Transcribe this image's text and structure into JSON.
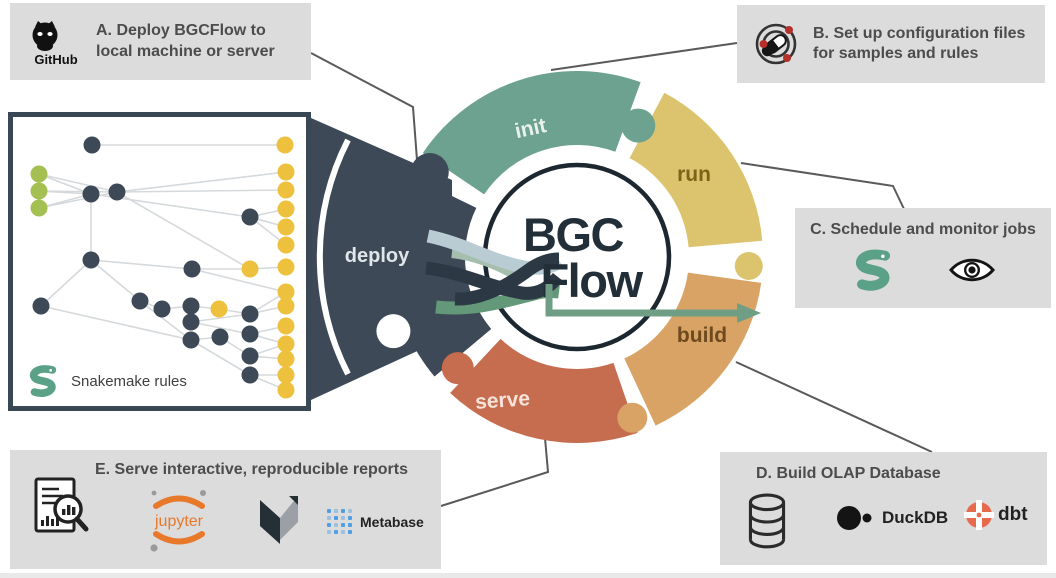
{
  "colors": {
    "box_bg": "#dcdcdc",
    "box_text": "#4c4c4c",
    "connector": "#5a5a5a",
    "deploy_dark": "#3D4956",
    "snakemake_green": "#5BA188",
    "dbt_orange": "#E66B4D",
    "metabase_blue": "#509EE3",
    "jupyter_orange": "#E8782A",
    "dag_yellow": "#EDC13E",
    "dag_green": "#A4C052",
    "dag_dark": "#3D4956",
    "dag_edge": "#D5D9DC",
    "arrow_green": "#6F9E85"
  },
  "callouts": {
    "a": {
      "label": "A. Deploy BGCFlow to local machine or server",
      "icon": "github-octocat",
      "icon_caption": "GitHub"
    },
    "b": {
      "label": "B. Set up configuration files for samples and rules",
      "icon": "config-orbit"
    },
    "c": {
      "label": "C. Schedule and monitor jobs",
      "icons": [
        "snakemake-logo",
        "panoptes-eye"
      ]
    },
    "d": {
      "label": "D. Build OLAP Database",
      "icon": "database-cylinder",
      "duckdb_text": "DuckDB",
      "dbt_text": "dbt"
    },
    "e": {
      "label": "E. Serve interactive, reproducible reports",
      "icons": [
        "report-magnifier",
        "jupyter-logo",
        "mkdocs-material-logo",
        "metabase-logo"
      ],
      "jupyter_text": "jupyter",
      "metabase_text": "Metabase"
    }
  },
  "ring": {
    "segments": [
      {
        "id": "init",
        "label": "init",
        "color": "#6CA28F",
        "label_color": "#E9F1ED"
      },
      {
        "id": "run",
        "label": "run",
        "color": "#DCC46F",
        "label_color": "#7D6318"
      },
      {
        "id": "build",
        "label": "build",
        "color": "#D9A365",
        "label_color": "#6E4A1E"
      },
      {
        "id": "serve",
        "label": "serve",
        "color": "#C66C4F",
        "label_color": "#F6E3D8"
      },
      {
        "id": "deploy",
        "label": "deploy",
        "color": "#3D4956",
        "label_color": "#DFE6EA"
      }
    ]
  },
  "logo": {
    "line1": "BGC",
    "line2": "Flow"
  },
  "dag": {
    "caption": "Snakemake rules",
    "nodes": [
      [
        79,
        28,
        "d"
      ],
      [
        272,
        28,
        "y"
      ],
      [
        26,
        57,
        "g"
      ],
      [
        26,
        74,
        "g"
      ],
      [
        26,
        91,
        "g"
      ],
      [
        78,
        77,
        "d"
      ],
      [
        104,
        75,
        "d"
      ],
      [
        273,
        55,
        "y"
      ],
      [
        273,
        73,
        "y"
      ],
      [
        237,
        100,
        "d"
      ],
      [
        273,
        92,
        "y"
      ],
      [
        273,
        110,
        "y"
      ],
      [
        273,
        128,
        "y"
      ],
      [
        78,
        143,
        "d"
      ],
      [
        179,
        152,
        "d"
      ],
      [
        237,
        152,
        "y"
      ],
      [
        273,
        150,
        "y"
      ],
      [
        28,
        189,
        "d"
      ],
      [
        127,
        184,
        "d"
      ],
      [
        149,
        192,
        "d"
      ],
      [
        178,
        189,
        "d"
      ],
      [
        206,
        192,
        "y"
      ],
      [
        178,
        205,
        "d"
      ],
      [
        237,
        197,
        "d"
      ],
      [
        273,
        175,
        "y"
      ],
      [
        273,
        189,
        "y"
      ],
      [
        237,
        217,
        "d"
      ],
      [
        273,
        209,
        "y"
      ],
      [
        178,
        223,
        "d"
      ],
      [
        207,
        220,
        "d"
      ],
      [
        237,
        239,
        "d"
      ],
      [
        273,
        227,
        "y"
      ],
      [
        273,
        242,
        "y"
      ],
      [
        237,
        258,
        "d"
      ],
      [
        273,
        258,
        "y"
      ],
      [
        273,
        273,
        "y"
      ]
    ],
    "edges": [
      [
        0,
        1
      ],
      [
        2,
        5
      ],
      [
        3,
        5
      ],
      [
        4,
        5
      ],
      [
        2,
        6
      ],
      [
        3,
        6
      ],
      [
        4,
        6
      ],
      [
        6,
        7
      ],
      [
        6,
        8
      ],
      [
        5,
        9
      ],
      [
        9,
        10
      ],
      [
        9,
        11
      ],
      [
        9,
        12
      ],
      [
        5,
        13
      ],
      [
        13,
        14
      ],
      [
        14,
        15
      ],
      [
        15,
        16
      ],
      [
        14,
        24
      ],
      [
        13,
        17
      ],
      [
        17,
        28
      ],
      [
        18,
        19
      ],
      [
        19,
        20
      ],
      [
        20,
        21
      ],
      [
        20,
        22
      ],
      [
        21,
        23
      ],
      [
        22,
        23
      ],
      [
        23,
        24
      ],
      [
        23,
        25
      ],
      [
        22,
        26
      ],
      [
        26,
        27
      ],
      [
        26,
        31
      ],
      [
        28,
        29
      ],
      [
        29,
        30
      ],
      [
        30,
        31
      ],
      [
        30,
        32
      ],
      [
        28,
        33
      ],
      [
        33,
        34
      ],
      [
        33,
        35
      ],
      [
        18,
        28
      ],
      [
        13,
        18
      ],
      [
        6,
        15
      ]
    ]
  }
}
